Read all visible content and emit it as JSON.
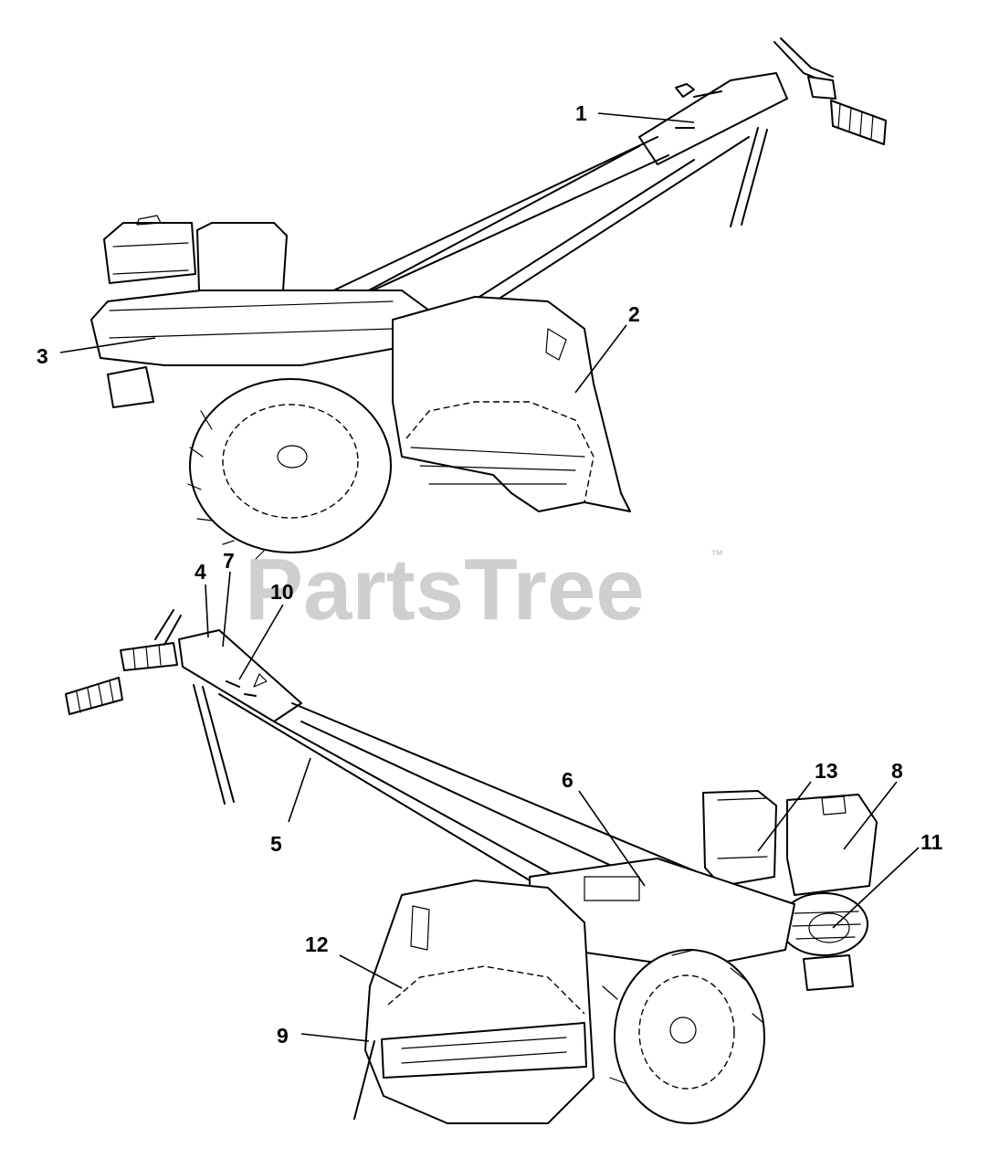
{
  "watermark": {
    "brand": "PartsTree",
    "trademark": "™"
  },
  "callouts": [
    {
      "id": "1",
      "label": "1"
    },
    {
      "id": "2",
      "label": "2"
    },
    {
      "id": "3",
      "label": "3"
    },
    {
      "id": "4",
      "label": "4"
    },
    {
      "id": "5",
      "label": "5"
    },
    {
      "id": "6",
      "label": "6"
    },
    {
      "id": "7",
      "label": "7"
    },
    {
      "id": "8",
      "label": "8"
    },
    {
      "id": "9",
      "label": "9"
    },
    {
      "id": "10",
      "label": "10"
    },
    {
      "id": "11",
      "label": "11"
    },
    {
      "id": "12",
      "label": "12"
    },
    {
      "id": "13",
      "label": "13"
    }
  ]
}
